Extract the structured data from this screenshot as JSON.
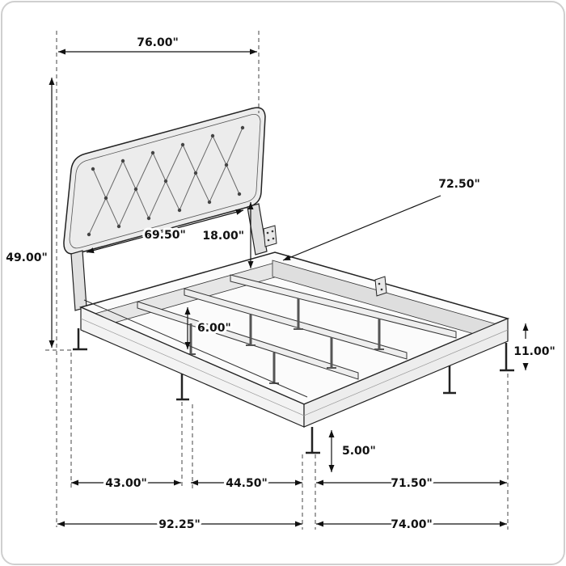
{
  "page": {
    "background": "#ffffff",
    "border_color": "#cfcfcf",
    "line_color": "#111111"
  },
  "diagram": {
    "type": "furniture-dimension-diagram",
    "subject": "upholstered tufted panel bed",
    "unit": "inches",
    "dimensions": {
      "headboard_width": "76.00\"",
      "slat_rail_length": "72.50\"",
      "inner_headboard_width": "69.50\"",
      "headboard_panel_height": "18.00\"",
      "headboard_height": "49.00\"",
      "slat_leg_height": "6.00\"",
      "side_rail_height": "11.00\"",
      "foot_leg_height": "5.00\"",
      "segment_left": "43.00\"",
      "segment_middle": "44.50\"",
      "segment_right": "71.50\"",
      "overall_length": "92.25\"",
      "frame_width": "74.00\""
    }
  }
}
